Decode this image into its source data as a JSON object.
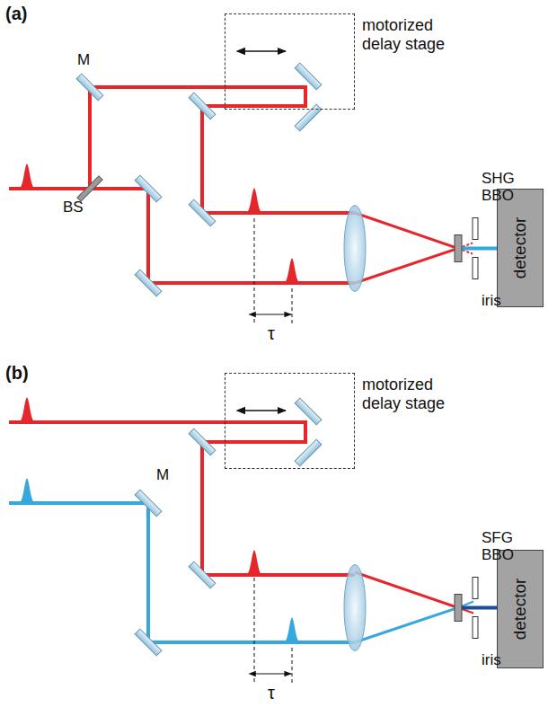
{
  "diagram": {
    "nodes": [
      {
        "text": [
          "motorized delay stage"
        ]
      },
      {
        "text": [
          "detector"
        ]
      },
      {
        "text": [
          "motorized delay stage"
        ]
      },
      {
        "text": [
          "detector"
        ]
      }
    ],
    "labels": [
      "(a)",
      "M",
      "BS",
      "SHG BBO",
      "iris",
      "τ",
      "(b)",
      "M",
      "SFG BBO",
      "iris",
      "τ"
    ]
  }
}
